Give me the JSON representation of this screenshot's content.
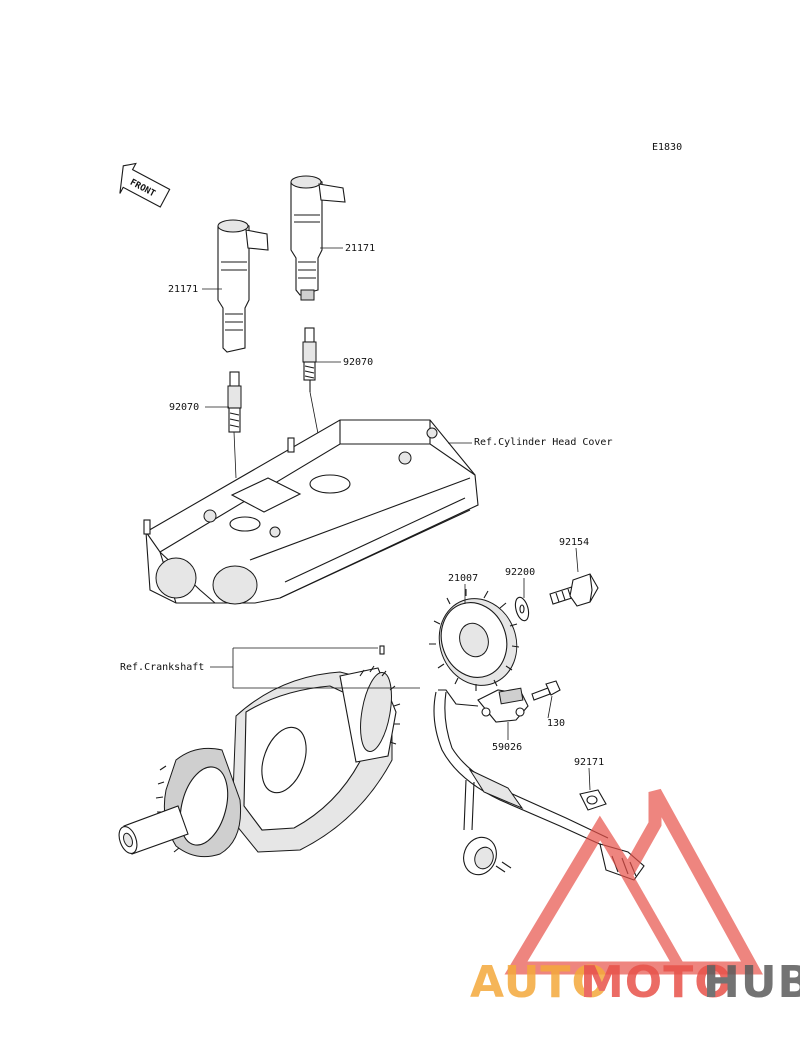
{
  "diagram": {
    "code": "E1830",
    "front_label": "FRONT",
    "refs": {
      "cylinder_head_cover": "Ref.Cylinder Head Cover",
      "crankshaft": "Ref.Crankshaft"
    },
    "parts": [
      {
        "id": "coil-upper",
        "number": "21171"
      },
      {
        "id": "coil-left",
        "number": "21171"
      },
      {
        "id": "plug-upper",
        "number": "92070"
      },
      {
        "id": "plug-left",
        "number": "92070"
      },
      {
        "id": "rotor",
        "number": "21007"
      },
      {
        "id": "washer",
        "number": "92200"
      },
      {
        "id": "bolt-large",
        "number": "92154"
      },
      {
        "id": "bolt-small",
        "number": "130"
      },
      {
        "id": "pickup-coil",
        "number": "59026"
      },
      {
        "id": "clamp",
        "number": "92171"
      }
    ]
  },
  "watermark": {
    "brand_a": "AUTO",
    "brand_b": "MOTO",
    "brand_c": "HUB",
    "color_a": "#f4a93c",
    "color_b": "#e8524a",
    "color_c": "#5b5b5b",
    "triangle_color": "#e8524a"
  }
}
